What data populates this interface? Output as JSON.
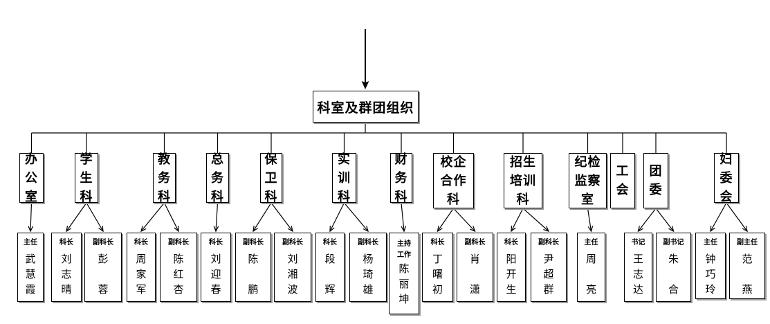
{
  "root": {
    "label": "科室及群团组织"
  },
  "departments": [
    {
      "id": "bangongshi",
      "lines": [
        "办",
        "公",
        "室"
      ],
      "people": [
        {
          "title": [
            "主任"
          ],
          "name": [
            "武",
            "慧",
            "霞"
          ]
        }
      ]
    },
    {
      "id": "xueshengke",
      "lines": [
        "学",
        "生",
        "科"
      ],
      "people": [
        {
          "title": [
            "科长"
          ],
          "name": [
            "刘",
            "志",
            "晴"
          ]
        },
        {
          "title": [
            "副科长"
          ],
          "name": [
            "彭",
            "",
            "蓉"
          ]
        }
      ]
    },
    {
      "id": "jiaowuke",
      "lines": [
        "教",
        "务",
        "科"
      ],
      "people": [
        {
          "title": [
            "科长"
          ],
          "name": [
            "周",
            "家",
            "军"
          ]
        },
        {
          "title": [
            "副科长"
          ],
          "name": [
            "陈",
            "红",
            "杏"
          ]
        }
      ]
    },
    {
      "id": "zongwuke",
      "lines": [
        "总",
        "务",
        "科"
      ],
      "people": [
        {
          "title": [
            "科长"
          ],
          "name": [
            "刘",
            "迎",
            "春"
          ]
        }
      ]
    },
    {
      "id": "baoweike",
      "lines": [
        "保",
        "卫",
        "科"
      ],
      "people": [
        {
          "title": [
            "副科长"
          ],
          "name": [
            "陈",
            "",
            "鹏"
          ]
        },
        {
          "title": [
            "副科长"
          ],
          "name": [
            "刘",
            "湘",
            "波"
          ]
        }
      ]
    },
    {
      "id": "shixunke",
      "lines": [
        "实",
        "训",
        "科"
      ],
      "people": [
        {
          "title": [
            "科长"
          ],
          "name": [
            "段",
            "",
            "辉"
          ]
        },
        {
          "title": [
            "副科长"
          ],
          "name": [
            "杨",
            "琦",
            "雄"
          ]
        }
      ]
    },
    {
      "id": "caiwuke",
      "lines": [
        "财",
        "务",
        "科"
      ],
      "people": [
        {
          "title": [
            "主持",
            "工作"
          ],
          "name": [
            "陈",
            "丽",
            "坤"
          ]
        }
      ]
    },
    {
      "id": "xiaoqihezuoke",
      "lines": [
        "校企",
        "合作",
        "科"
      ],
      "people": [
        {
          "title": [
            "科长"
          ],
          "name": [
            "丁",
            "曙",
            "初"
          ]
        },
        {
          "title": [
            "副科长"
          ],
          "name": [
            "肖",
            "",
            "潇"
          ]
        }
      ]
    },
    {
      "id": "zhaoshengpeixunke",
      "lines": [
        "招生",
        "培训",
        "科"
      ],
      "people": [
        {
          "title": [
            "科长"
          ],
          "name": [
            "阳",
            "开",
            "生"
          ]
        },
        {
          "title": [
            "副科长"
          ],
          "name": [
            "尹",
            "超",
            "群"
          ]
        }
      ]
    },
    {
      "id": "jijianjianchashi",
      "lines": [
        "纪检",
        "监察",
        "室"
      ],
      "people": [
        {
          "title": [
            "主任"
          ],
          "name": [
            "周",
            "",
            "亮"
          ]
        }
      ]
    },
    {
      "id": "gonghui",
      "lines": [
        "工",
        "会"
      ],
      "people": []
    },
    {
      "id": "tuanwei",
      "lines": [
        "团",
        "委"
      ],
      "people": [
        {
          "title": [
            "书记"
          ],
          "name": [
            "王",
            "志",
            "达"
          ]
        },
        {
          "title": [
            "副书记"
          ],
          "name": [
            "朱",
            "",
            "合"
          ]
        }
      ]
    },
    {
      "id": "fuweihui",
      "lines": [
        "妇",
        "委",
        "会"
      ],
      "people": [
        {
          "title": [
            "主任"
          ],
          "name": [
            "钟",
            "巧",
            "玲"
          ]
        },
        {
          "title": [
            "副主任"
          ],
          "name": [
            "范",
            "",
            "燕"
          ]
        }
      ]
    }
  ]
}
